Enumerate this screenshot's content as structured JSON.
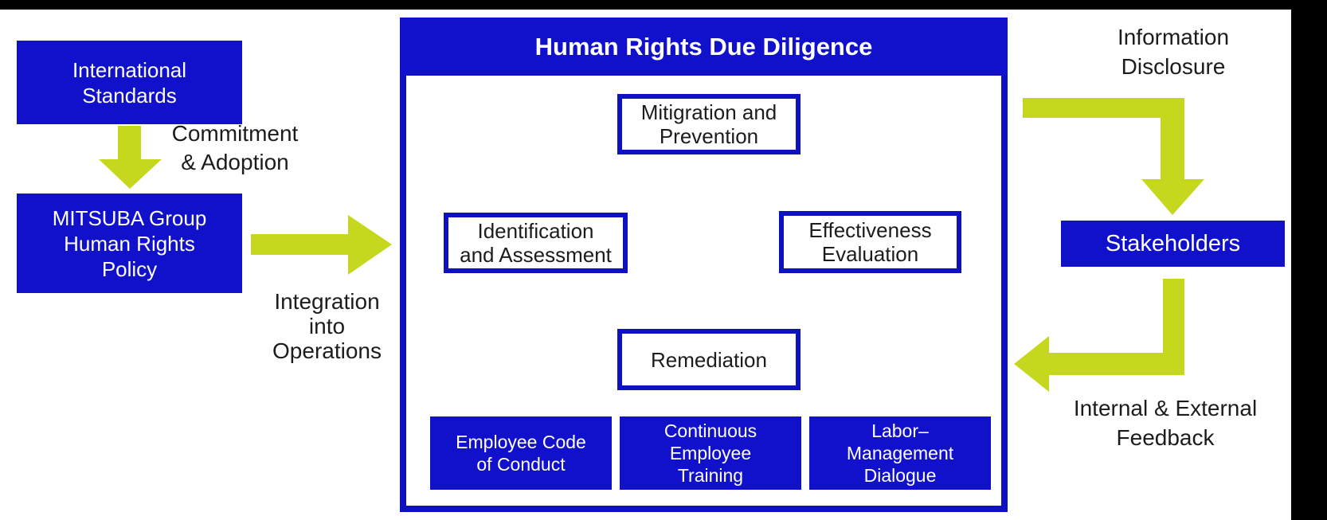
{
  "palette": {
    "blue": "#1111cc",
    "border_blue": "#0e11c0",
    "green": "#c6d81e",
    "bar": "#000000",
    "ink": "#1c1c1c"
  },
  "left_flow": {
    "international_standards": "International\nStandards",
    "commitment_label": "Commitment\n& Adoption",
    "mitsuba_policy": "MITSUBA Group\nHuman Rights\nPolicy",
    "integration_label": "Integration\ninto\nOperations"
  },
  "center": {
    "title": "Human Rights Due Diligence",
    "cycle": {
      "top": "Mitigration and\nPrevention",
      "right": "Effectiveness\nEvaluation",
      "bottom": "Remediation",
      "left": "Identification\nand Assessment"
    },
    "foundations": [
      "Employee Code\nof Conduct",
      "Continuous\nEmployee\nTraining",
      "Labor–\nManagement\nDialogue"
    ]
  },
  "right_flow": {
    "information_disclosure": "Information\nDisclosure",
    "stakeholders": "Stakeholders",
    "feedback": "Internal & External\nFeedback"
  }
}
